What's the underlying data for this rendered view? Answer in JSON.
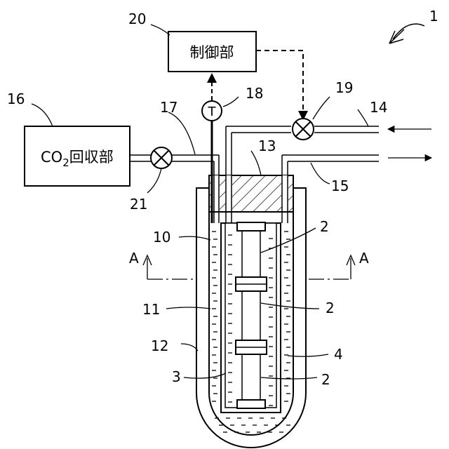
{
  "labels": {
    "figure_ref": "1",
    "control_box": "制御部",
    "control_ref": "20",
    "co2_box_prefix": "CO",
    "co2_box_sub": "2",
    "co2_box_suffix": "回収部",
    "co2_ref": "16",
    "tube_17": "17",
    "temp_sensor_ref": "18",
    "temp_symbol": "T",
    "valve_19": "19",
    "pipe_14": "14",
    "lid_13": "13",
    "pipe_15": "15",
    "valve_21": "21",
    "vessel_10": "10",
    "cell_2a": "2",
    "cell_2b": "2",
    "cell_2c": "2",
    "section_a_left": "A",
    "section_a_right": "A",
    "liquid_11": "11",
    "outer_12": "12",
    "electrolyte_4": "4",
    "space_3": "3"
  },
  "colors": {
    "line": "#000000",
    "background": "#ffffff"
  }
}
